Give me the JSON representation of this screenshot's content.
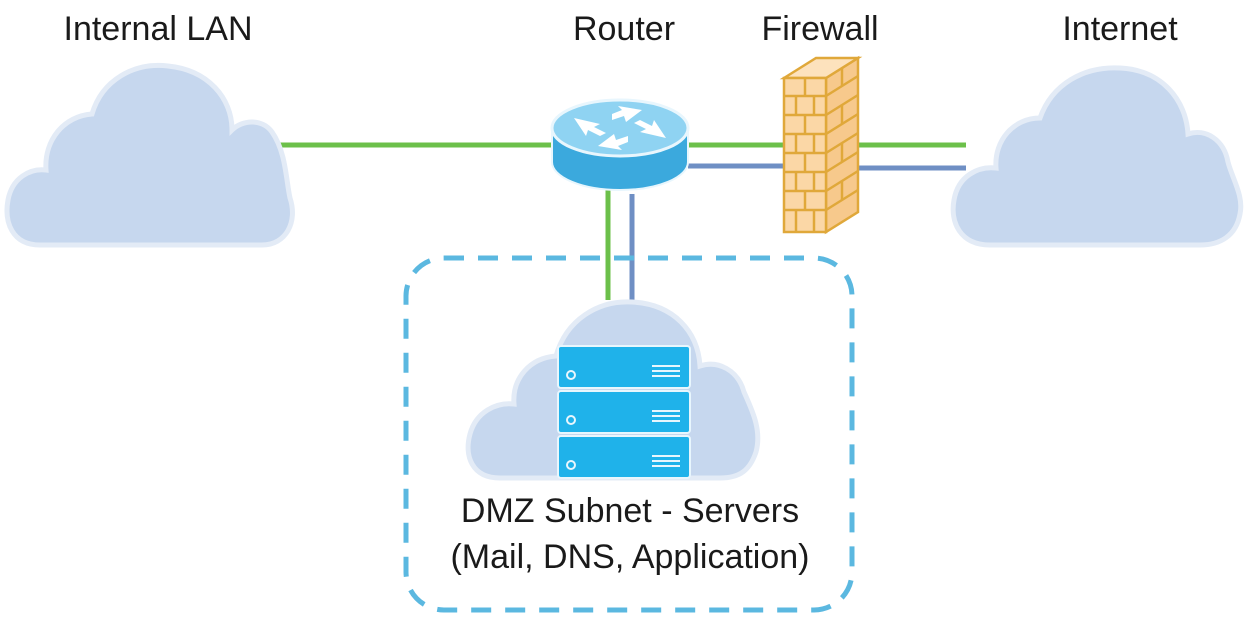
{
  "labels": {
    "internal_lan": "Internal LAN",
    "router": "Router",
    "firewall": "Firewall",
    "internet": "Internet",
    "dmz_line1": "DMZ Subnet - Servers",
    "dmz_line2": "(Mail, DNS, Application)"
  },
  "colors": {
    "cloud_fill": "#c6d7ee",
    "cloud_stroke": "#e3ebf6",
    "link_green": "#6cc04a",
    "link_blue": "#6f8fc4",
    "dmz_border": "#5bb8e0",
    "router_top": "#8fd3f2",
    "router_side": "#3ba9dd",
    "firewall_fill": "#fbd7a6",
    "firewall_stroke": "#e0a83a",
    "server_fill": "#1fb2ea",
    "server_stroke": "#e8f6fd"
  },
  "icons": [
    "cloud-icon",
    "router-icon",
    "firewall-icon",
    "server-rack-icon"
  ]
}
